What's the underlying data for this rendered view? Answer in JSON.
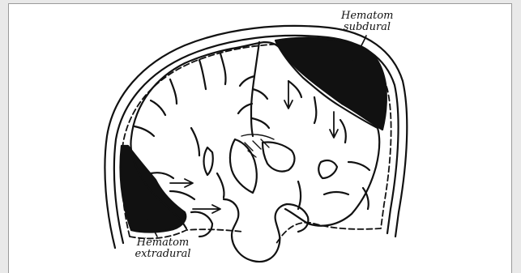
{
  "labels": {
    "subdural_line1": "Hematom",
    "subdural_line2": "subdural",
    "extradural_line1": "Hematom",
    "extradural_line2": "extradural"
  },
  "colors": {
    "ink": "#111111",
    "paper": "#ffffff",
    "background": "#e9e9e9"
  }
}
